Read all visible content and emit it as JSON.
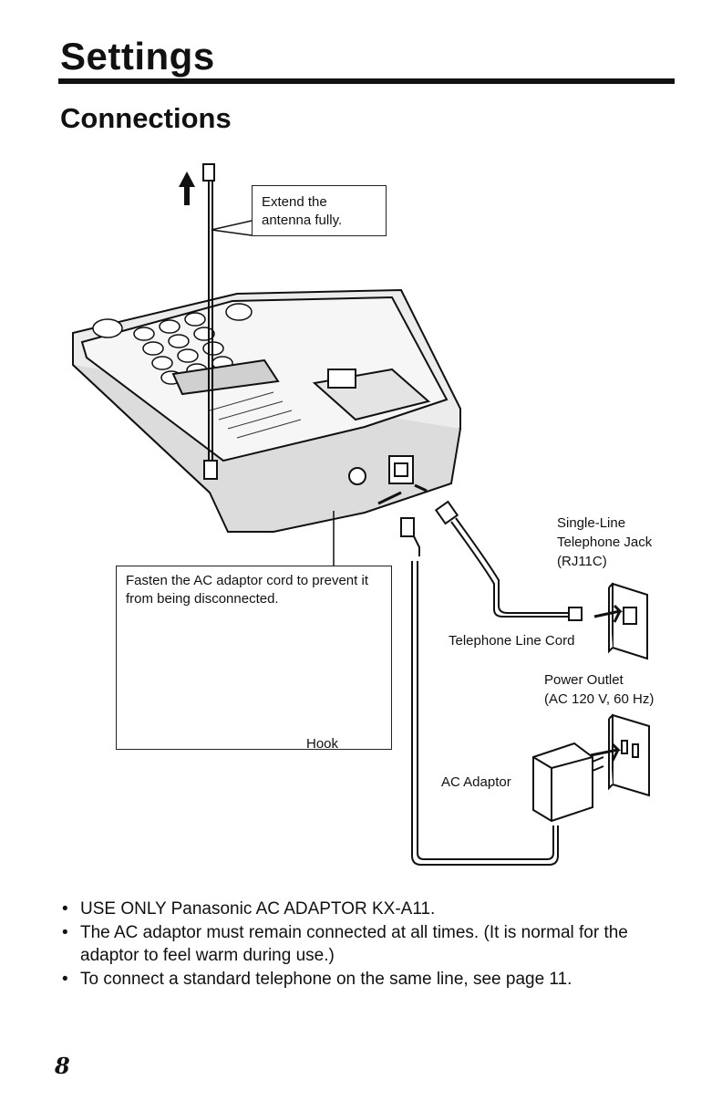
{
  "page": {
    "title": "Settings",
    "subtitle": "Connections",
    "page_number": "8"
  },
  "callouts": {
    "antenna": "Extend the antenna fully.",
    "fasten": "Fasten the AC adaptor cord to prevent it from being disconnected."
  },
  "labels": {
    "hook": "Hook",
    "jack_line1": "Single-Line",
    "jack_line2": "Telephone Jack",
    "jack_line3": "(RJ11C)",
    "line_cord": "Telephone Line Cord",
    "outlet_line1": "Power Outlet",
    "outlet_line2": "(AC 120 V, 60 Hz)",
    "adaptor": "AC Adaptor"
  },
  "notes": [
    "USE ONLY Panasonic AC ADAPTOR KX-A11.",
    "The AC adaptor must remain connected at all times. (It is normal for the adaptor to feel warm during use.)",
    "To connect a standard telephone on the same line, see page 11."
  ]
}
